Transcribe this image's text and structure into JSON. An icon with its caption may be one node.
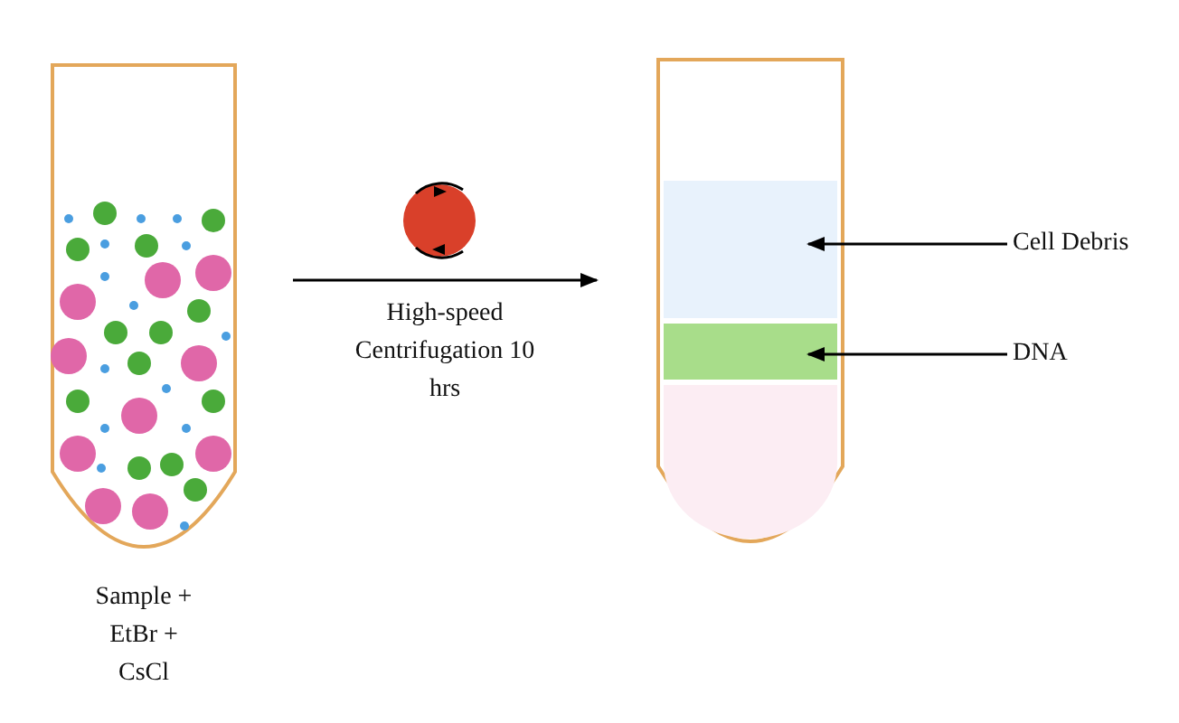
{
  "diagram": {
    "nodes": [
      {
        "text": [],
        "shape": "picture",
        "beside": [
          "Sample + EtBr + CsCl"
        ]
      },
      {
        "text": [],
        "shape": "picture"
      },
      {
        "text": [],
        "shape": "band",
        "in": 1
      },
      {
        "text": [],
        "shape": "band",
        "in": 1
      },
      {
        "text": [],
        "shape": "band",
        "in": 1
      },
      {
        "text": [
          "Cell Debris"
        ]
      },
      {
        "text": [
          "DNA"
        ]
      }
    ],
    "edges": [
      {
        "from": 0,
        "to": 1,
        "arrow": "to",
        "label": "High-speed Centrifugation 10 hrs"
      },
      {
        "from": 5,
        "to": 2,
        "arrow": "to"
      },
      {
        "from": 6,
        "to": 3,
        "arrow": "to"
      }
    ]
  }
}
